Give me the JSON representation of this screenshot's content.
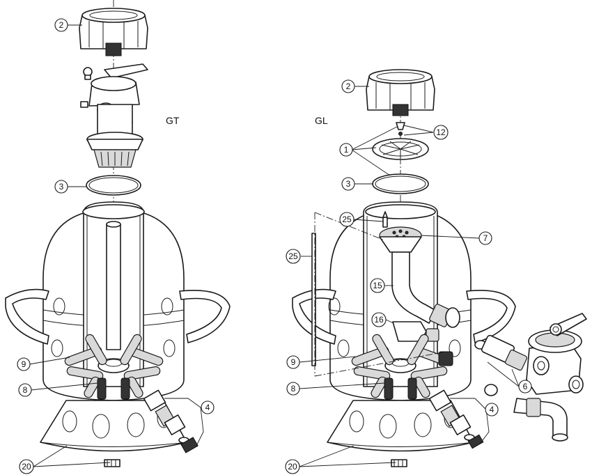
{
  "models": {
    "left": "GT",
    "right": "GL"
  },
  "callouts": {
    "left": [
      "2",
      "3",
      "9",
      "8",
      "20",
      "4"
    ],
    "right": [
      "2",
      "12",
      "1",
      "3",
      "25",
      "7",
      "25",
      "15",
      "16",
      "9",
      "8",
      "6",
      "4",
      "20"
    ]
  },
  "colors": {
    "line": "#1a1a1a",
    "fill": "#ffffff",
    "shade": "#d9d9d9"
  }
}
